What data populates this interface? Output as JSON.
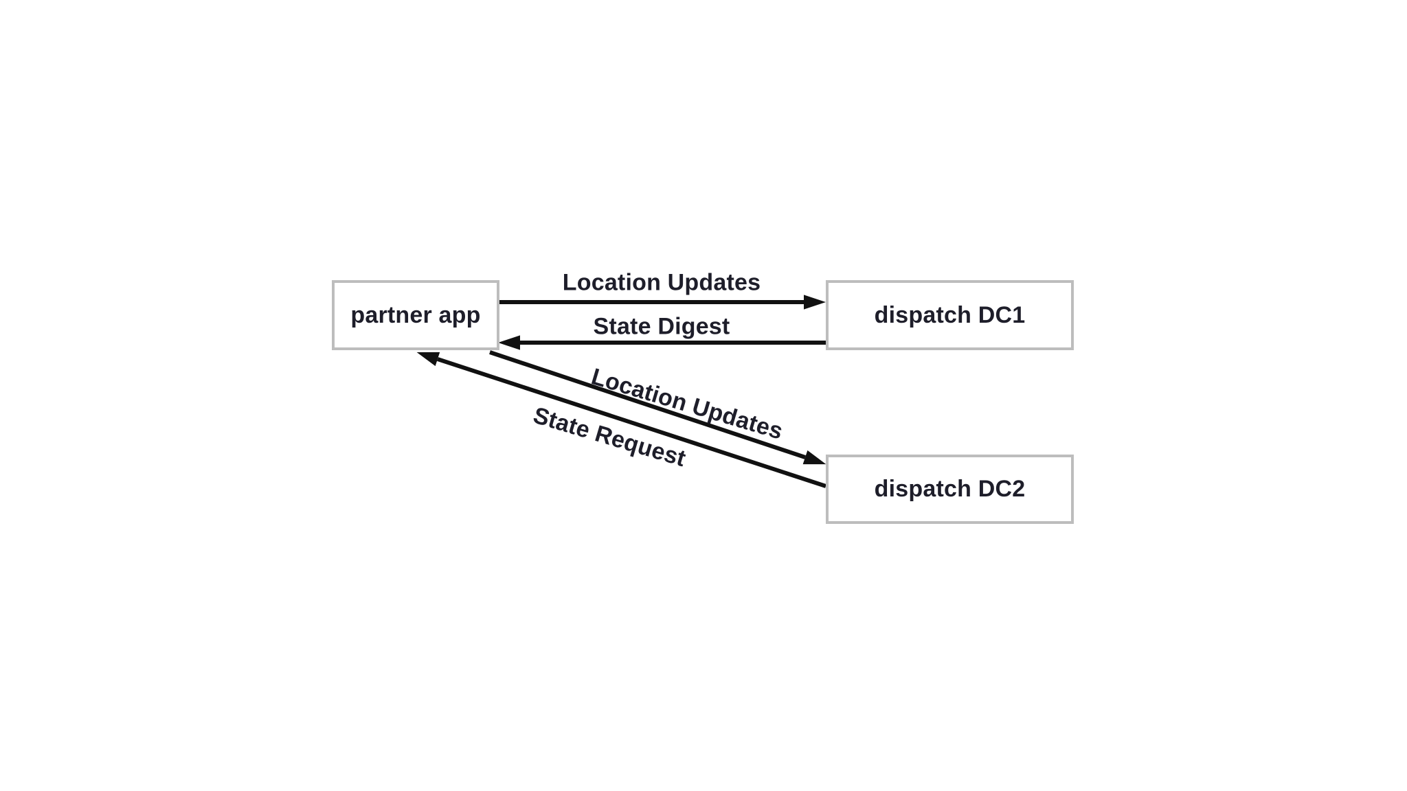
{
  "diagram": {
    "background_color": "#ffffff",
    "nodes": [
      {
        "id": "partner-app",
        "label": "partner app"
      },
      {
        "id": "dispatch-dc1",
        "label": "dispatch DC1"
      },
      {
        "id": "dispatch-dc2",
        "label": "dispatch DC2"
      }
    ],
    "edges": [
      {
        "from": "partner-app",
        "to": "dispatch-dc1",
        "label": "Location Updates",
        "direction": "right"
      },
      {
        "from": "dispatch-dc1",
        "to": "partner-app",
        "label": "State Digest",
        "direction": "left"
      },
      {
        "from": "partner-app",
        "to": "dispatch-dc2",
        "label": "Location Updates",
        "direction": "down-right"
      },
      {
        "from": "dispatch-dc2",
        "to": "partner-app",
        "label": "State Request",
        "direction": "up-left"
      }
    ],
    "colors": {
      "node_border": "#bdbdbd",
      "node_fill": "#ffffff",
      "text": "#1e1e2a",
      "arrow": "#111111"
    }
  }
}
